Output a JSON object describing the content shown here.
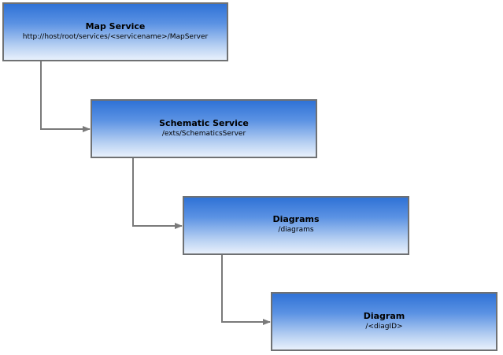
{
  "diagram": {
    "nodes": [
      {
        "title": "Map Service",
        "path": "http://host/root/services/<servicename>/MapServer"
      },
      {
        "title": "Schematic Service",
        "path": "/exts/SchematicsServer"
      },
      {
        "title": "Diagrams",
        "path": "/diagrams"
      },
      {
        "title": "Diagram",
        "path": "/<diagID>"
      }
    ],
    "edges": [
      {
        "from": "Map Service",
        "to": "Schematic Service"
      },
      {
        "from": "Schematic Service",
        "to": "Diagrams"
      },
      {
        "from": "Diagrams",
        "to": "Diagram"
      }
    ],
    "colors": {
      "box_top": "#2f72d6",
      "box_bottom": "#e8f0fc",
      "border": "#6f7173",
      "connector": "#7a7a7a"
    }
  }
}
